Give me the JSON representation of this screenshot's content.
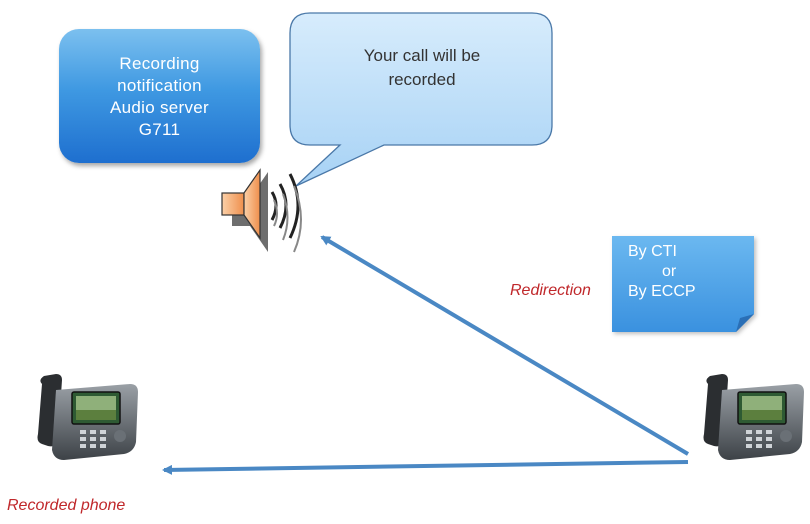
{
  "server_box": {
    "lines": [
      "Recording",
      "notification",
      "Audio server",
      "G711"
    ]
  },
  "speech_bubble": {
    "lines": [
      "Your call will be",
      "recorded"
    ]
  },
  "note": {
    "lines": [
      "By CTI",
      "or",
      "By ECCP"
    ]
  },
  "labels": {
    "redirection": "Redirection",
    "recorded_phone": "Recorded phone"
  },
  "colors": {
    "box_blue": "#3f99e2",
    "bubble_blue": "#bfe0fa",
    "note_blue": "#4aa3ea",
    "arrow_blue": "#4a88c4",
    "label_red": "#c0282b",
    "speaker_orange": "#f5a56a"
  },
  "icons": [
    "speaker-icon",
    "ip-phone-icon"
  ]
}
